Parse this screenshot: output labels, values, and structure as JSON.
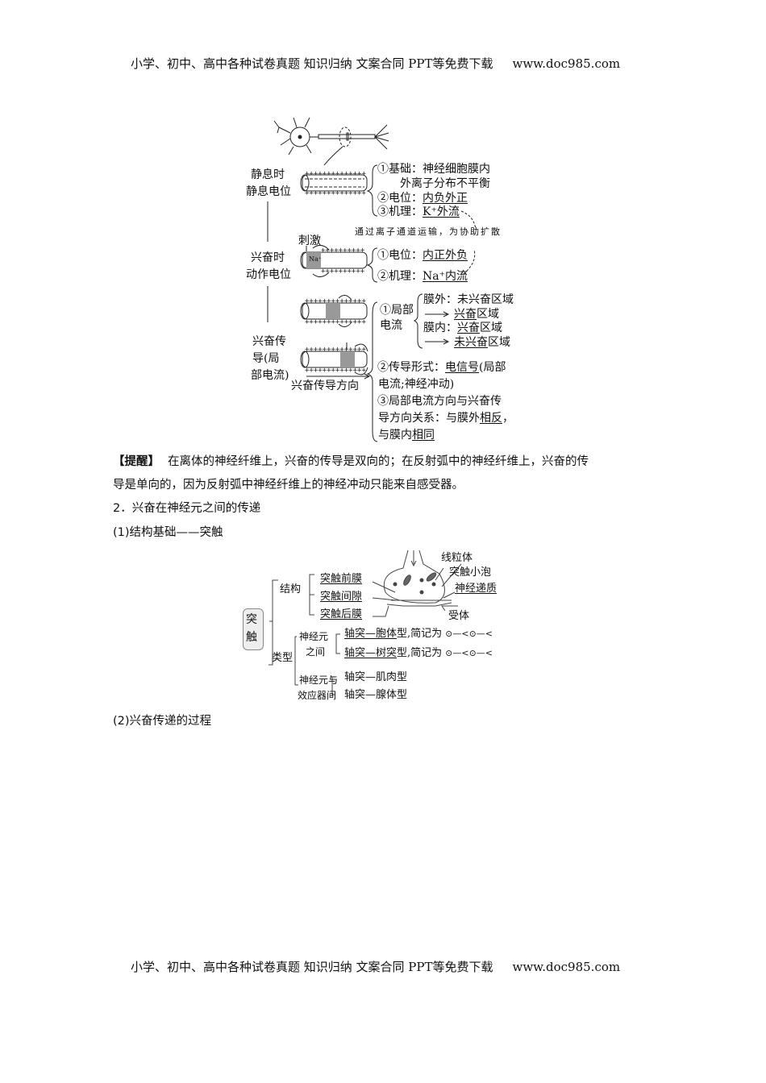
{
  "header": {
    "text": "小学、初中、高中各种试卷真题  知识归纳  文案合同  PPT等免费下载",
    "url": "www.doc985.com"
  },
  "footer": {
    "text": "小学、初中、高中各种试卷真题  知识归纳  文案合同  PPT等免费下载",
    "url": "www.doc985.com"
  },
  "fig1": {
    "rest_label1": "静息时",
    "rest_label2": "静息电位",
    "rest_items": [
      "①基础：神经细胞膜内",
      "外离子分布不平衡",
      "②电位：",
      "内负外正",
      "③机理：",
      "K⁺外流"
    ],
    "channel_note": "通过离子通道运输，为协助扩散",
    "stimulus": "刺激",
    "excite_label1": "兴奋时",
    "excite_label2": "动作电位",
    "excite_items": [
      "①电位：",
      "内正外负",
      "②机理：",
      "Na⁺内流"
    ],
    "na": "Na⁺",
    "conduct_label": [
      "兴奋传",
      "导(局",
      "部电流)"
    ],
    "direction": "兴奋传导方向",
    "local_current": [
      "①局部",
      "电流"
    ],
    "outside": [
      "膜外：未兴奋区域",
      "兴奋",
      "区域"
    ],
    "inside": [
      "膜内：",
      "兴奋",
      "区域",
      "未兴奋",
      "区域"
    ],
    "form": [
      "②传导形式：",
      "电信号",
      "(局部",
      "电流;神经冲动)"
    ],
    "relation": [
      "③局部电流方向与兴奋传",
      "导方向关系：与膜外",
      "相反",
      "，",
      "与膜内",
      "相同"
    ]
  },
  "reminder": {
    "tag": "【提醒】",
    "line1": "在离体的神经纤维上，兴奋的传导是双向的；在反射弧中的神经纤维上，兴奋的传",
    "line2": "导是单向的，因为反射弧中神经纤维上的神经冲动只能来自感受器。"
  },
  "section2": {
    "title": "2．兴奋在神经元之间的传递",
    "sub1": "(1)结构基础——突触",
    "sub2": "(2)兴奋传递的过程"
  },
  "fig2": {
    "root": [
      "突",
      "触"
    ],
    "structure": "结构",
    "parts": [
      "突触前膜",
      "突触间隙",
      "突触后膜"
    ],
    "labels": [
      "线粒体",
      "突触小泡",
      "神经递质",
      "受体"
    ],
    "type": "类型",
    "between_neurons": [
      "神经元",
      "之间"
    ],
    "types1": [
      "轴突—胞体",
      "型,简记为",
      "轴突—树突",
      "型,简记为"
    ],
    "symbol": "⊙—<⊙—<",
    "neuron_effector": [
      "神经元与",
      "效应器间"
    ],
    "types2": [
      "轴突—肌肉型",
      "轴突—腺体型"
    ]
  }
}
